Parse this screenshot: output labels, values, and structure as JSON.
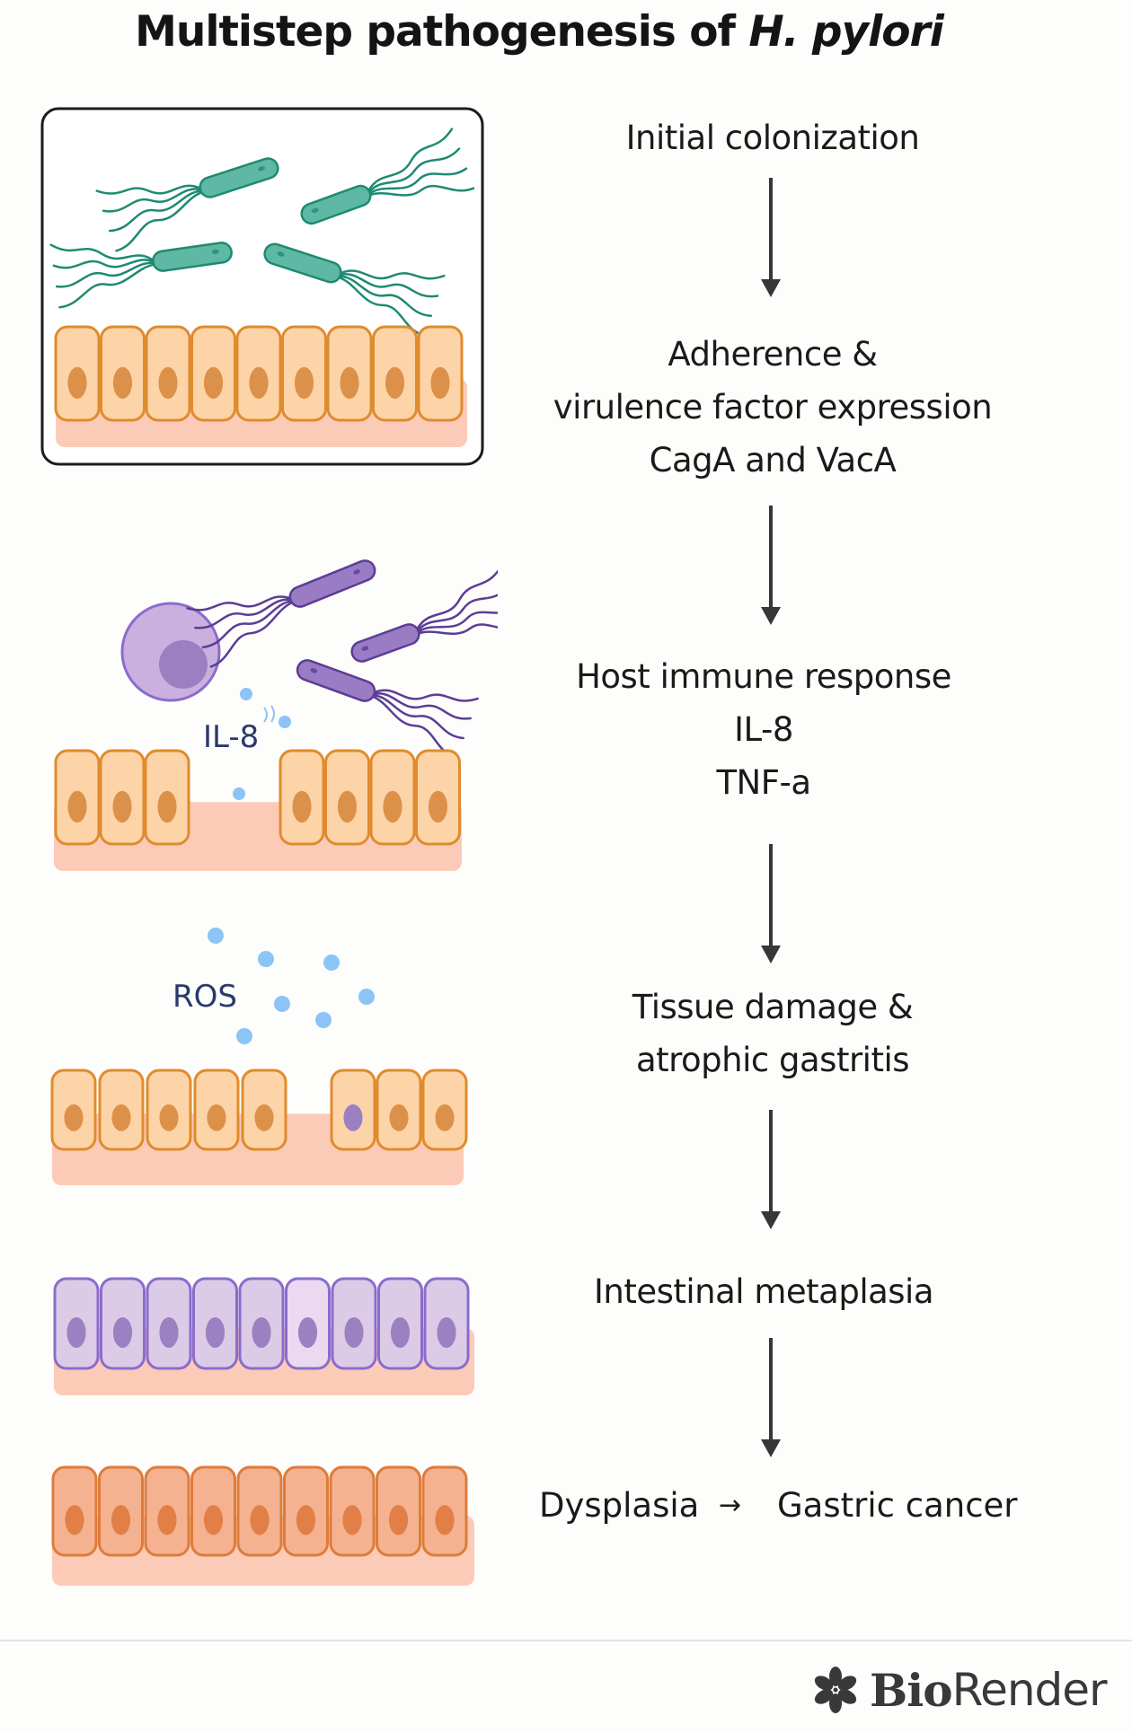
{
  "title": {
    "main": "Multistep pathogenesis of ",
    "organism": "H. pylori"
  },
  "steps": [
    {
      "id": "initial-colonization",
      "lines": [
        "Initial colonization"
      ]
    },
    {
      "id": "adherence",
      "lines": [
        "Adherence &",
        "virulence factor expression",
        "CagA and VacA"
      ]
    },
    {
      "id": "host-immune-response",
      "lines": [
        "Host immune response",
        "IL-8",
        "TNF-a"
      ]
    },
    {
      "id": "tissue-damage",
      "lines": [
        "Tissue damage &",
        "atrophic gastritis"
      ]
    },
    {
      "id": "intestinal-metaplasia",
      "lines": [
        "Intestinal metaplasia"
      ]
    },
    {
      "id": "final",
      "dysplasia": "Dysplasia",
      "arrow_glyph": "→",
      "cancer": "Gastric cancer"
    }
  ],
  "panels": {
    "colonization": {
      "bacteria_count": 4,
      "cell_count": 9
    },
    "immune": {
      "label": "IL-8",
      "bacteria_count": 3,
      "left_cells": 3,
      "right_cells": 4
    },
    "ros": {
      "label": "ROS",
      "left_cells": 5,
      "right_cells": 3
    },
    "metaplasia": {
      "cell_count": 9
    },
    "dysplasia": {
      "cell_count": 9
    }
  },
  "colors": {
    "bacteria_green": "#5fb8a3",
    "bacteria_green_stroke": "#1f8a72",
    "bacteria_purple": "#9a7cc4",
    "bacteria_purple_stroke": "#5b3d94",
    "cell_orange_fill": "#fcd4a8",
    "cell_orange_stroke": "#e08b2e",
    "nucleus_orange": "#dc914a",
    "basement": "#fccbb8",
    "cell_purple_fill": "#dccbe6",
    "cell_purple_stroke": "#8b6ccc",
    "nucleus_purple": "#9b80c2",
    "cell_dark_orange_fill": "#f4b291",
    "cell_dark_orange_stroke": "#de7c3a",
    "nucleus_dark_orange": "#e17f47",
    "droplet_blue": "#8cc4f5",
    "label_navy": "#2b3a6b",
    "arrow": "#383636"
  },
  "footer": {
    "logo_bold": "Bio",
    "logo_regular": "Render"
  }
}
